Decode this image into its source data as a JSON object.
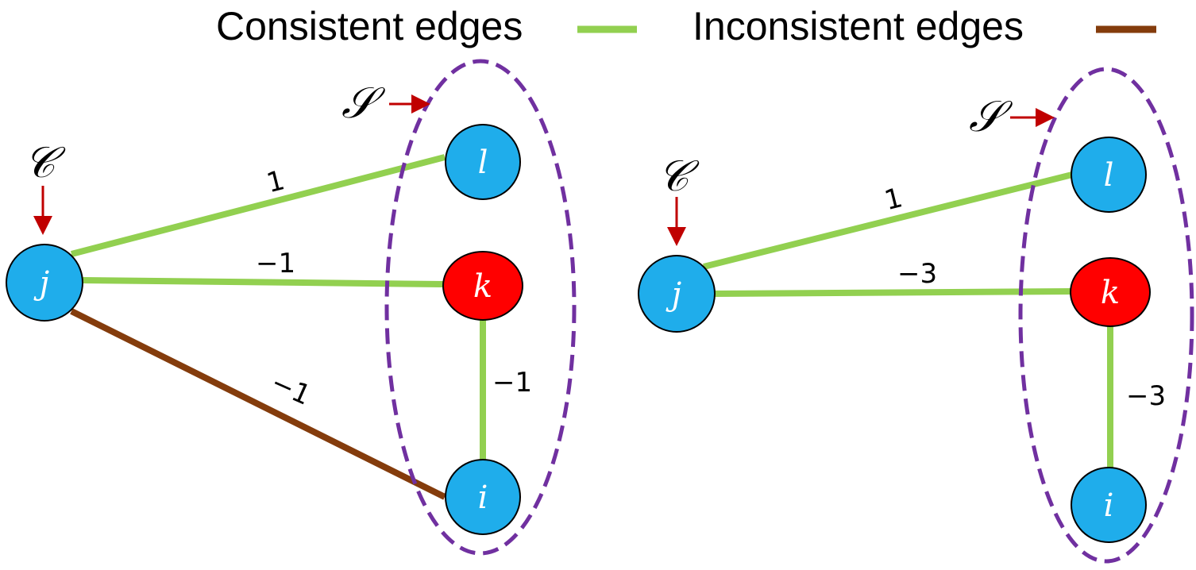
{
  "legend": {
    "consistent_label": "Consistent edges",
    "inconsistent_label": "Inconsistent edges"
  },
  "colors": {
    "consistent": "#92d050",
    "inconsistent": "#843c0c",
    "node_blue": "#1fadeb",
    "node_red": "#ff0000",
    "set_outline": "#7030a0",
    "arrow": "#c00000"
  },
  "left_graph": {
    "set_label": "𝒮",
    "context_label": "𝒞",
    "nodes": {
      "j": "j",
      "l": "l",
      "k": "k",
      "i": "i"
    },
    "weights": {
      "j_l": "1",
      "j_k": "−1",
      "k_i": "−1",
      "j_i": "−1"
    }
  },
  "right_graph": {
    "set_label": "𝒮",
    "context_label": "𝒞",
    "nodes": {
      "j": "j",
      "l": "l",
      "k": "k",
      "i": "i"
    },
    "weights": {
      "j_l": "1",
      "j_k": "−3",
      "k_i": "−3"
    }
  }
}
